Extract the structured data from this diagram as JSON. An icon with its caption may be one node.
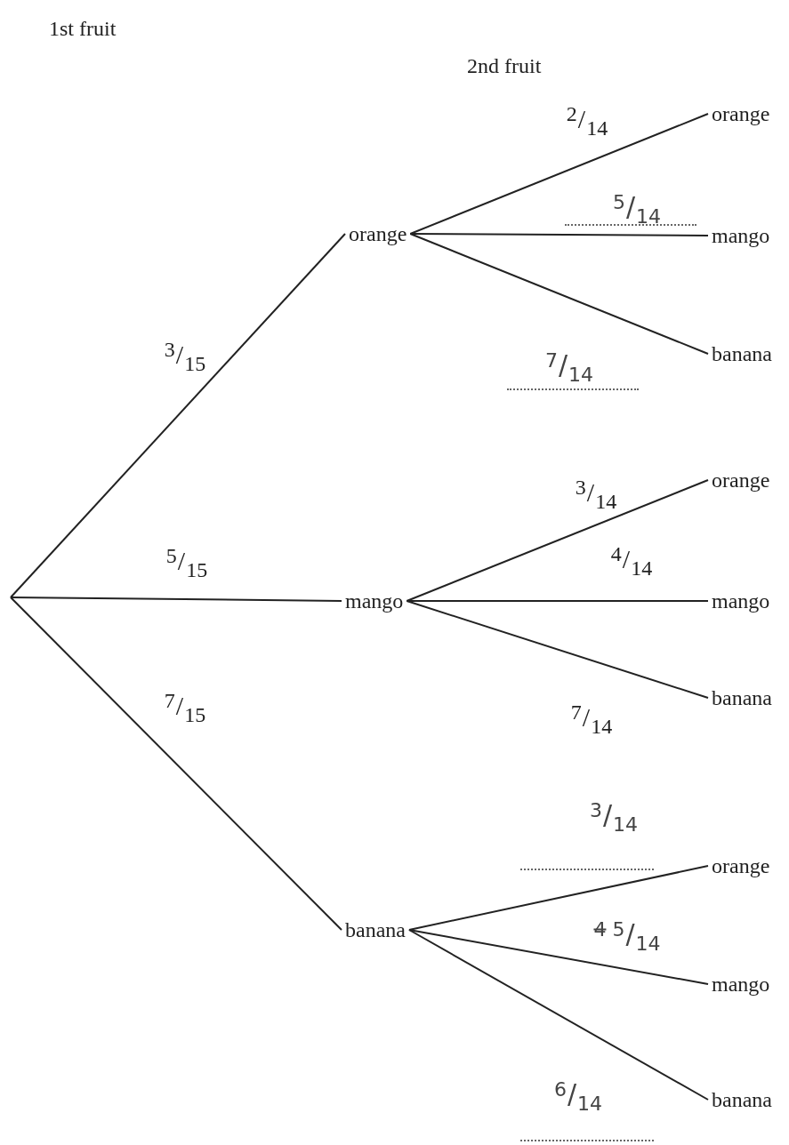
{
  "diagram": {
    "nodes": [
      {
        "text": [
          "orange"
        ]
      },
      {
        "text": [
          "mango"
        ]
      },
      {
        "text": [
          "banana"
        ]
      },
      {
        "text": [
          "orange"
        ]
      },
      {
        "text": [
          "mango"
        ]
      },
      {
        "text": [
          "banana"
        ]
      },
      {
        "text": [
          "orange"
        ]
      },
      {
        "text": [
          "mango"
        ]
      },
      {
        "text": [
          "banana"
        ]
      },
      {
        "text": [
          "orange"
        ]
      },
      {
        "text": [
          "mango"
        ]
      },
      {
        "text": [
          "banana"
        ]
      }
    ],
    "edges": [
      {
        "from": null,
        "to": 0,
        "arrow": "none",
        "label": "3/15"
      },
      {
        "from": null,
        "to": 1,
        "arrow": "none",
        "label": "5/15"
      },
      {
        "from": null,
        "to": 2,
        "arrow": "none",
        "label": "7/15"
      },
      {
        "from": 0,
        "to": 3,
        "arrow": "none",
        "label": "2/14"
      },
      {
        "from": 0,
        "to": 4,
        "arrow": "none",
        "label": "5/14"
      },
      {
        "from": 0,
        "to": 5,
        "arrow": "none",
        "label": "7/14"
      },
      {
        "from": 1,
        "to": 6,
        "arrow": "none",
        "label": "3/14"
      },
      {
        "from": 1,
        "to": 7,
        "arrow": "none",
        "label": "4/14"
      },
      {
        "from": 1,
        "to": 8,
        "arrow": "none",
        "label": "7/14"
      },
      {
        "from": 2,
        "to": 9,
        "arrow": "none",
        "label": "3/14"
      },
      {
        "from": 2,
        "to": 10,
        "arrow": "none",
        "label": "4 5/14"
      },
      {
        "from": 2,
        "to": 11,
        "arrow": "none",
        "label": "6/14"
      }
    ],
    "labels": [
      "1st fruit",
      "2nd fruit"
    ]
  }
}
